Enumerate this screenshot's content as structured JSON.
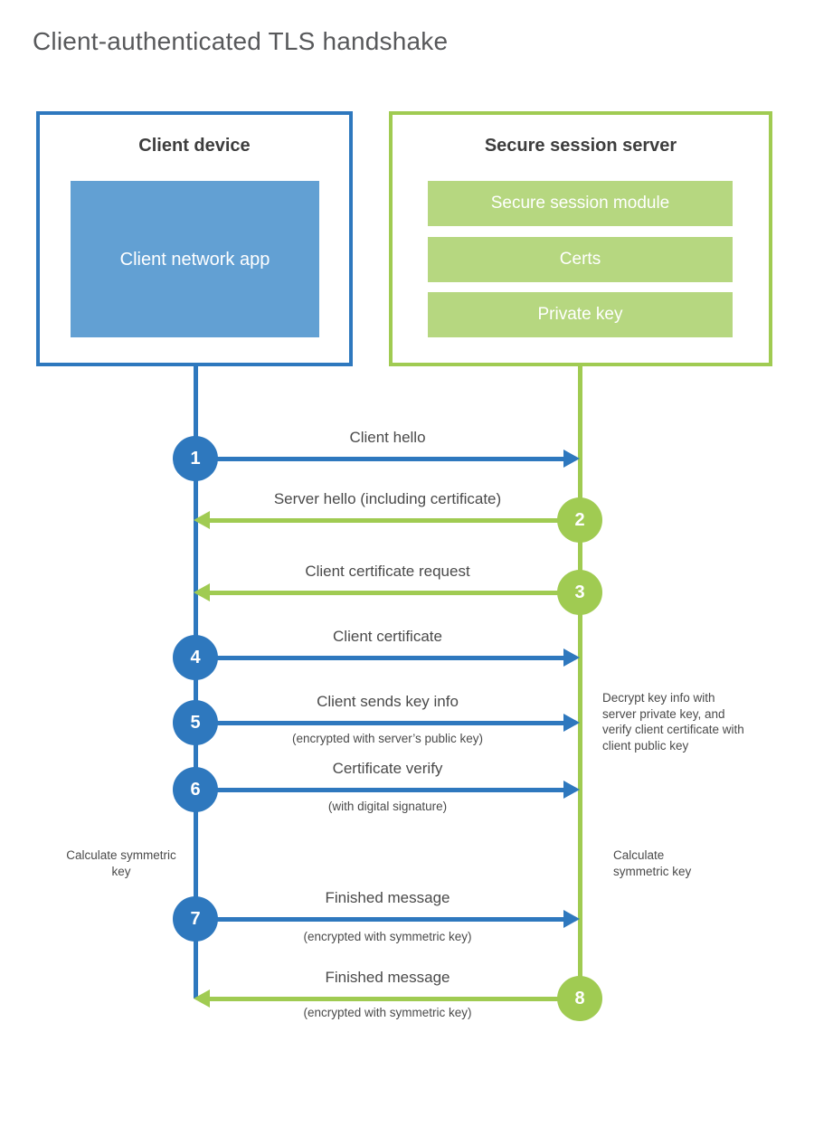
{
  "title": "Client-authenticated TLS handshake",
  "actors": {
    "client": {
      "title": "Client device",
      "module": "Client network app"
    },
    "server": {
      "title": "Secure session server",
      "modules": [
        "Secure session module",
        "Certs",
        "Private key"
      ]
    }
  },
  "messages": [
    {
      "num": "1",
      "label": "Client hello",
      "direction": "right",
      "from": "client"
    },
    {
      "num": "2",
      "label": "Server hello (including certificate)",
      "direction": "left",
      "from": "server"
    },
    {
      "num": "3",
      "label": "Client certificate request",
      "direction": "left",
      "from": "server"
    },
    {
      "num": "4",
      "label": "Client certificate",
      "direction": "right",
      "from": "client"
    },
    {
      "num": "5",
      "label": "Client sends key info",
      "sub": "(encrypted with server’s public key)",
      "direction": "right",
      "from": "client"
    },
    {
      "num": "6",
      "label": "Certificate verify",
      "sub": "(with digital signature)",
      "direction": "right",
      "from": "client"
    },
    {
      "num": "7",
      "label": "Finished message",
      "sub": "(encrypted with symmetric key)",
      "direction": "right",
      "from": "client"
    },
    {
      "num": "8",
      "label": "Finished message",
      "sub": "(encrypted with symmetric key)",
      "direction": "left",
      "from": "server"
    }
  ],
  "notes": {
    "decrypt": "Decrypt key info with server private key, and verify client certificate with client public key",
    "calc_left": "Calculate symmetric key",
    "calc_right": "Calculate symmetric key"
  },
  "colors": {
    "blue": "#2e78be",
    "blue_fill": "#62a0d3",
    "green": "#a0cb52",
    "green_fill": "#b6d780",
    "text_dark": "#3d3d3d",
    "text_label": "#4a4a4a",
    "title_gray": "#58595b"
  }
}
